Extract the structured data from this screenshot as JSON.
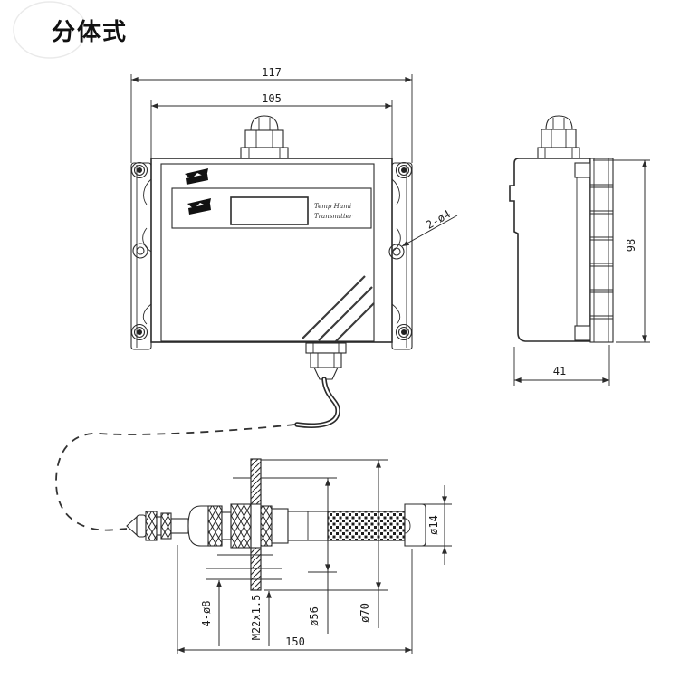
{
  "title": "分体式",
  "front_view": {
    "dim_width_outer": "117",
    "dim_width_inner": "105",
    "dim_mount_holes": "2-ø4",
    "device_label_line1": "Temp Humi",
    "device_label_line2": "Transmitter"
  },
  "side_view": {
    "dim_height": "98",
    "dim_depth": "41"
  },
  "probe_view": {
    "dim_flange_holes": "4-ø8",
    "dim_thread": "M22x1.5",
    "dim_bolt_circle": "ø56",
    "dim_flange_od": "ø70",
    "dim_probe_dia": "ø14",
    "dim_length": "150"
  },
  "colors": {
    "line": "#2b2b2b",
    "faint_watermark": "#eaeaea",
    "background": "#ffffff"
  }
}
